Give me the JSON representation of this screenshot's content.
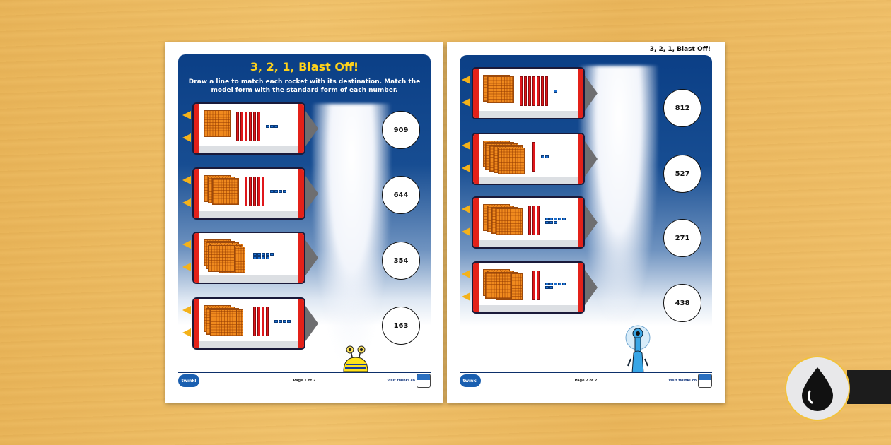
{
  "worksheet": {
    "title": "3, 2, 1, Blast Off!",
    "instructions": "Draw a line to match each rocket with its destination. Match the model form with the standard form of each number.",
    "running_header": "3, 2, 1, Blast Off!",
    "brand": "twinkl",
    "site": "visit twinkl.co",
    "colors": {
      "panel": "#0b3f86",
      "title": "#ffd21a",
      "hundreds": "#f08a1e",
      "tens": "#e0171b",
      "ones": "#1b6fd1",
      "fin": "#e32119"
    }
  },
  "pages": [
    {
      "page_label": "Page 1 of 2",
      "rockets": [
        {
          "hundreds": 1,
          "tens": 6,
          "ones": 3
        },
        {
          "hundreds": 3,
          "tens": 5,
          "ones": 4
        },
        {
          "hundreds": 9,
          "tens": 0,
          "ones": 9
        },
        {
          "hundreds": 6,
          "tens": 4,
          "ones": 4
        }
      ],
      "destinations": [
        "909",
        "644",
        "354",
        "163"
      ]
    },
    {
      "page_label": "Page 2 of 2",
      "rockets": [
        {
          "hundreds": 2,
          "tens": 7,
          "ones": 1
        },
        {
          "hundreds": 8,
          "tens": 1,
          "ones": 2
        },
        {
          "hundreds": 4,
          "tens": 3,
          "ones": 8
        },
        {
          "hundreds": 5,
          "tens": 2,
          "ones": 7
        }
      ],
      "destinations": [
        "812",
        "527",
        "271",
        "438"
      ]
    }
  ],
  "overlay": {
    "icon": "ink-drop-icon"
  }
}
